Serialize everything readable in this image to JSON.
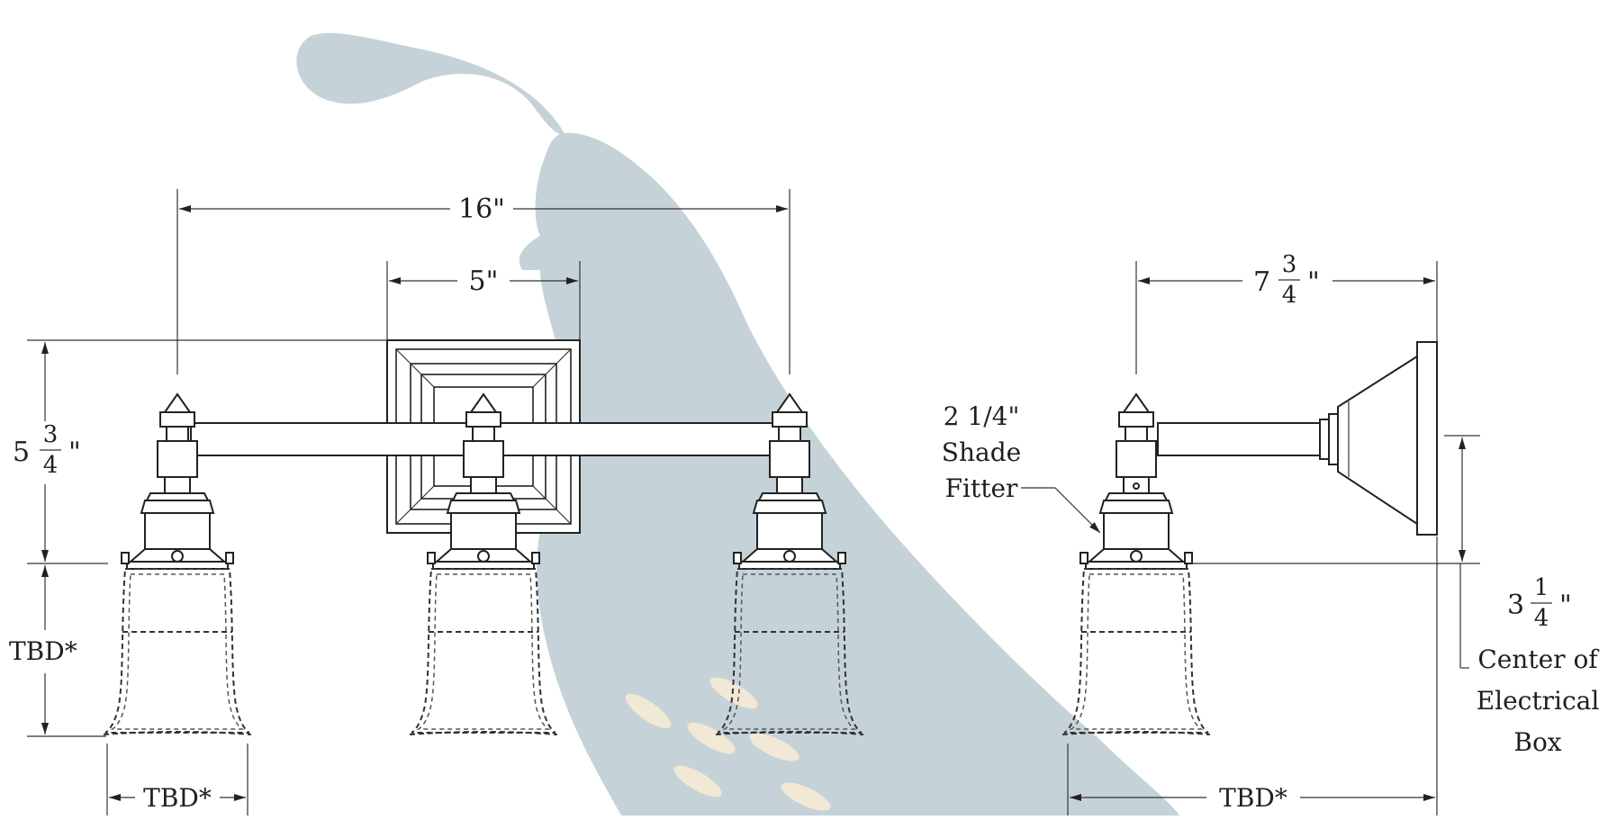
{
  "dimensions": {
    "arm_span": "16\"",
    "backplate_width": "5\"",
    "height_whole": "5",
    "height_num": "3",
    "height_den": "4",
    "height_unit": "\"",
    "shade_height": "TBD*",
    "shade_width": "TBD*",
    "depth_whole": "7",
    "depth_num": "3",
    "depth_den": "4",
    "depth_unit": "\"",
    "side_shade_width": "TBD*",
    "box_whole": "3",
    "box_num": "1",
    "box_den": "4",
    "box_unit": "\""
  },
  "annotations": {
    "fitter_line1": "2 1/4\"",
    "fitter_line2": "Shade",
    "fitter_line3": "Fitter",
    "box_line1": "Center of",
    "box_line2": "Electrical",
    "box_line3": "Box"
  },
  "colors": {
    "watermark": "#c5d3d9",
    "watermark_feather": "#f2e8d6",
    "line": "#222222"
  },
  "icons": {
    "watermark": "quail-silhouette"
  }
}
